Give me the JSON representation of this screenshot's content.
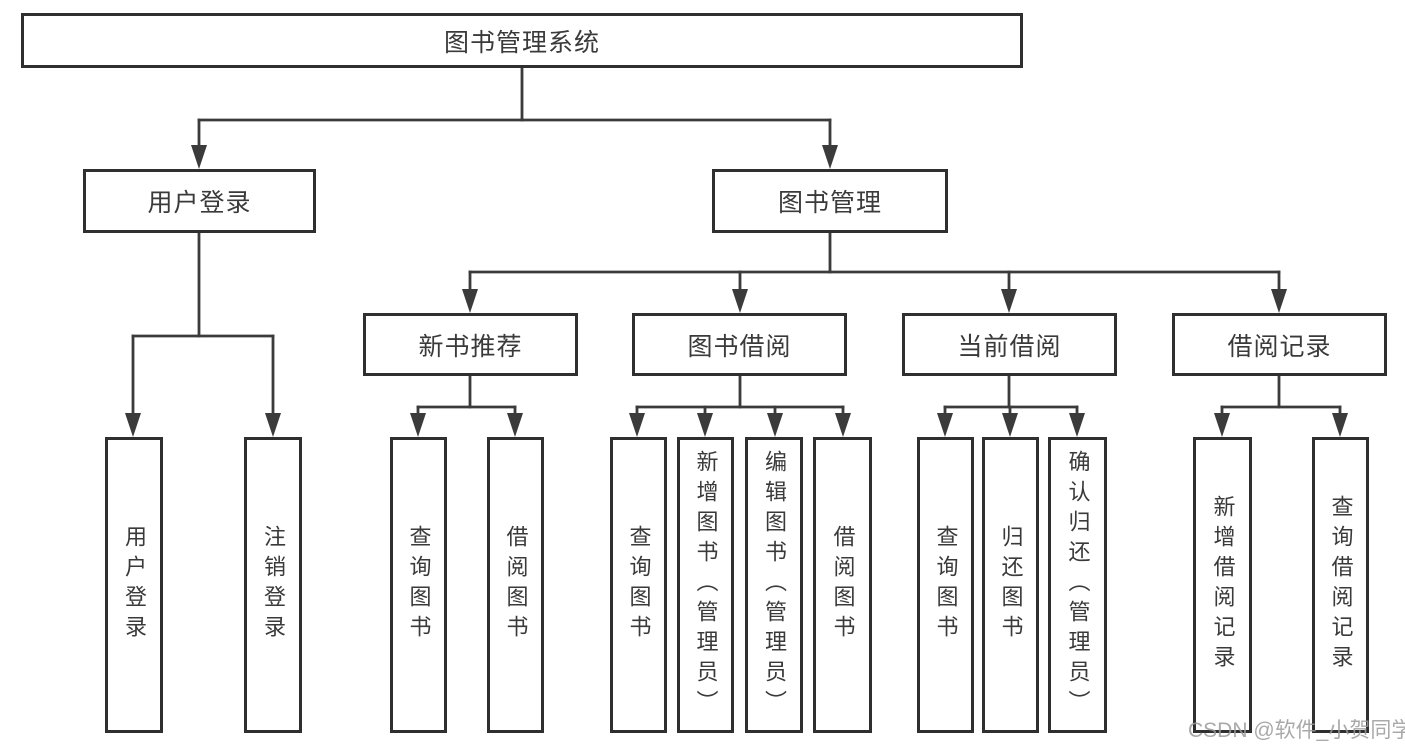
{
  "colors": {
    "line": "#3b3b3b",
    "box_border": "#2f2f2f",
    "text": "#3a3a3a",
    "watermark": "#9b9b9b"
  },
  "watermark": "CSDN @软件_小贺同学",
  "diagram": {
    "type": "hierarchy-tree",
    "root": {
      "label": "图书管理系统"
    },
    "branches": [
      {
        "label": "用户登录",
        "leaves": [
          {
            "label": "用户登录"
          },
          {
            "label": "注销登录"
          }
        ]
      },
      {
        "label": "图书管理",
        "groups": [
          {
            "label": "新书推荐",
            "leaves": [
              {
                "label": "查询图书"
              },
              {
                "label": "借阅图书"
              }
            ]
          },
          {
            "label": "图书借阅",
            "leaves": [
              {
                "label": "查询图书"
              },
              {
                "label": "新增图书（管理员）"
              },
              {
                "label": "编辑图书（管理员）"
              },
              {
                "label": "借阅图书"
              }
            ]
          },
          {
            "label": "当前借阅",
            "leaves": [
              {
                "label": "查询图书"
              },
              {
                "label": "归还图书"
              },
              {
                "label": "确认归还（管理员）"
              }
            ]
          },
          {
            "label": "借阅记录",
            "leaves": [
              {
                "label": "新增借阅记录"
              },
              {
                "label": "查询借阅记录"
              }
            ]
          }
        ]
      }
    ]
  }
}
